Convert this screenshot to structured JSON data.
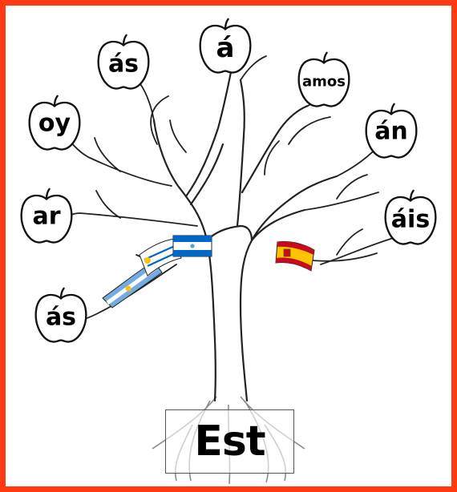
{
  "diagram": {
    "stem": "Est",
    "endings": [
      {
        "id": "top",
        "label": "á"
      },
      {
        "id": "upper-left",
        "label": "ás"
      },
      {
        "id": "upper-right",
        "label": "amos"
      },
      {
        "id": "left-high",
        "label": "oy"
      },
      {
        "id": "right-high",
        "label": "án"
      },
      {
        "id": "left-mid",
        "label": "ar"
      },
      {
        "id": "right-mid",
        "label": "áis"
      },
      {
        "id": "left-low",
        "label": "ás"
      }
    ]
  },
  "colors": {
    "frame": "#ff3a12",
    "outline": "#222222",
    "flag_blue": "#74acdf",
    "flag_navy": "#0067c6",
    "flag_red": "#c60b1e",
    "flag_yellow": "#ffc400"
  },
  "icons": [
    "apple-icon",
    "flag-argentina-icon",
    "flag-uruguay-icon",
    "flag-nicaragua-icon",
    "flag-spain-icon"
  ]
}
